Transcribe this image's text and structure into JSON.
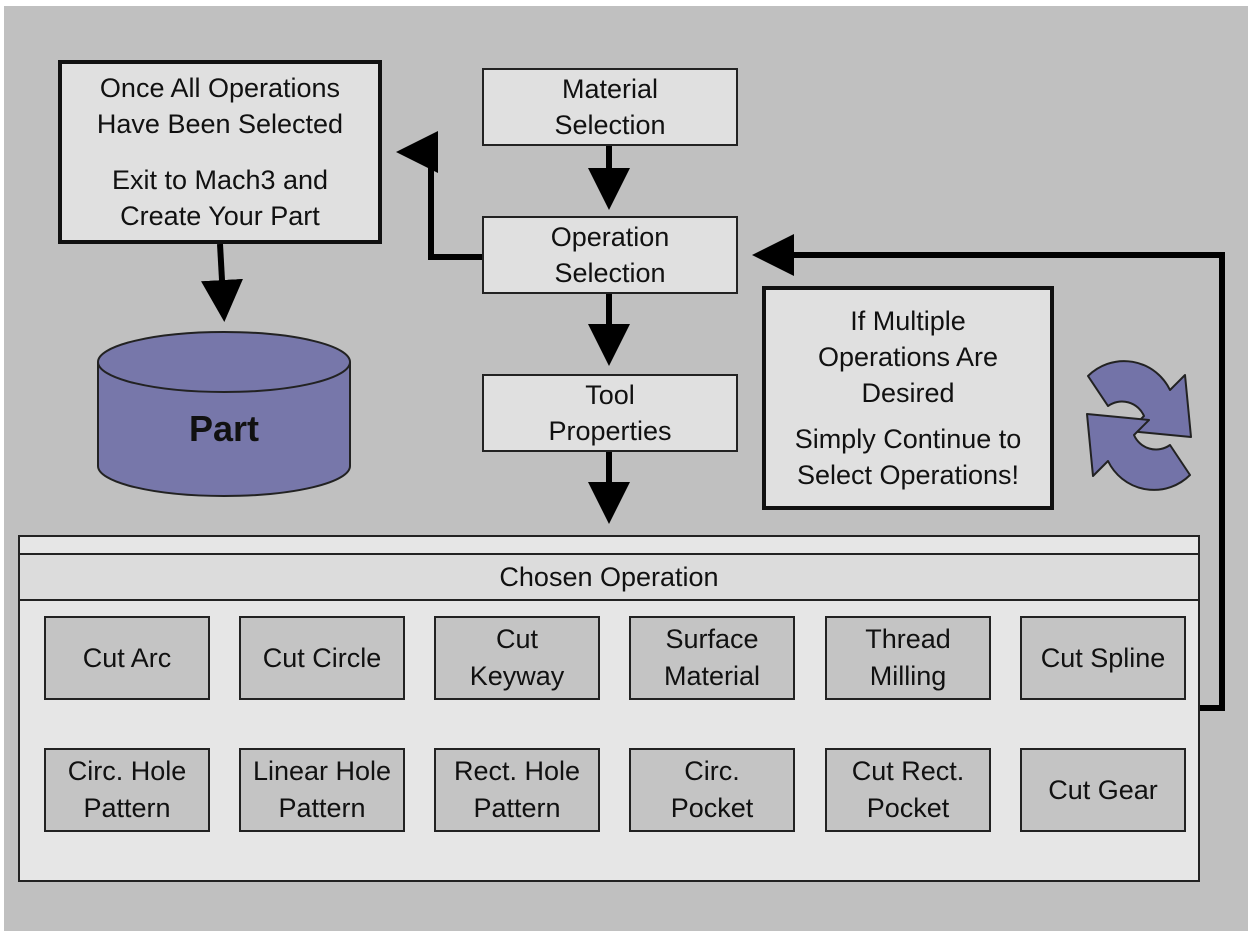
{
  "boxes": {
    "exit": {
      "line1": "Once All Operations",
      "line2": "Have Been Selected",
      "line3": "Exit to Mach3 and",
      "line4": "Create Your Part"
    },
    "material": {
      "line1": "Material",
      "line2": "Selection"
    },
    "operation": {
      "line1": "Operation",
      "line2": "Selection"
    },
    "tool": {
      "line1": "Tool",
      "line2": "Properties"
    },
    "multiple": {
      "line1": "If Multiple",
      "line2": "Operations Are",
      "line3": "Desired",
      "line4": "Simply Continue to",
      "line5": "Select Operations!"
    }
  },
  "part": {
    "label": "Part"
  },
  "chosen": {
    "title": "Chosen Operation",
    "ops": [
      [
        "Cut Arc",
        ""
      ],
      [
        "Cut Circle",
        ""
      ],
      [
        "Cut",
        "Keyway"
      ],
      [
        "Surface",
        "Material"
      ],
      [
        "Thread",
        "Milling"
      ],
      [
        "Cut Spline",
        ""
      ],
      [
        "Circ. Hole",
        "Pattern"
      ],
      [
        "Linear Hole",
        "Pattern"
      ],
      [
        "Rect. Hole",
        "Pattern"
      ],
      [
        "Circ.",
        "Pocket"
      ],
      [
        "Cut Rect.",
        "Pocket"
      ],
      [
        "Cut Gear",
        ""
      ]
    ]
  },
  "colors": {
    "background": "#c0c0c0",
    "box": "#e0e0e0",
    "part_fill": "#7777aa",
    "cycle_fill": "#7373a8",
    "op_fill": "#c4c4c4"
  },
  "icons": {
    "cycle": "cycle-arrows-icon"
  }
}
